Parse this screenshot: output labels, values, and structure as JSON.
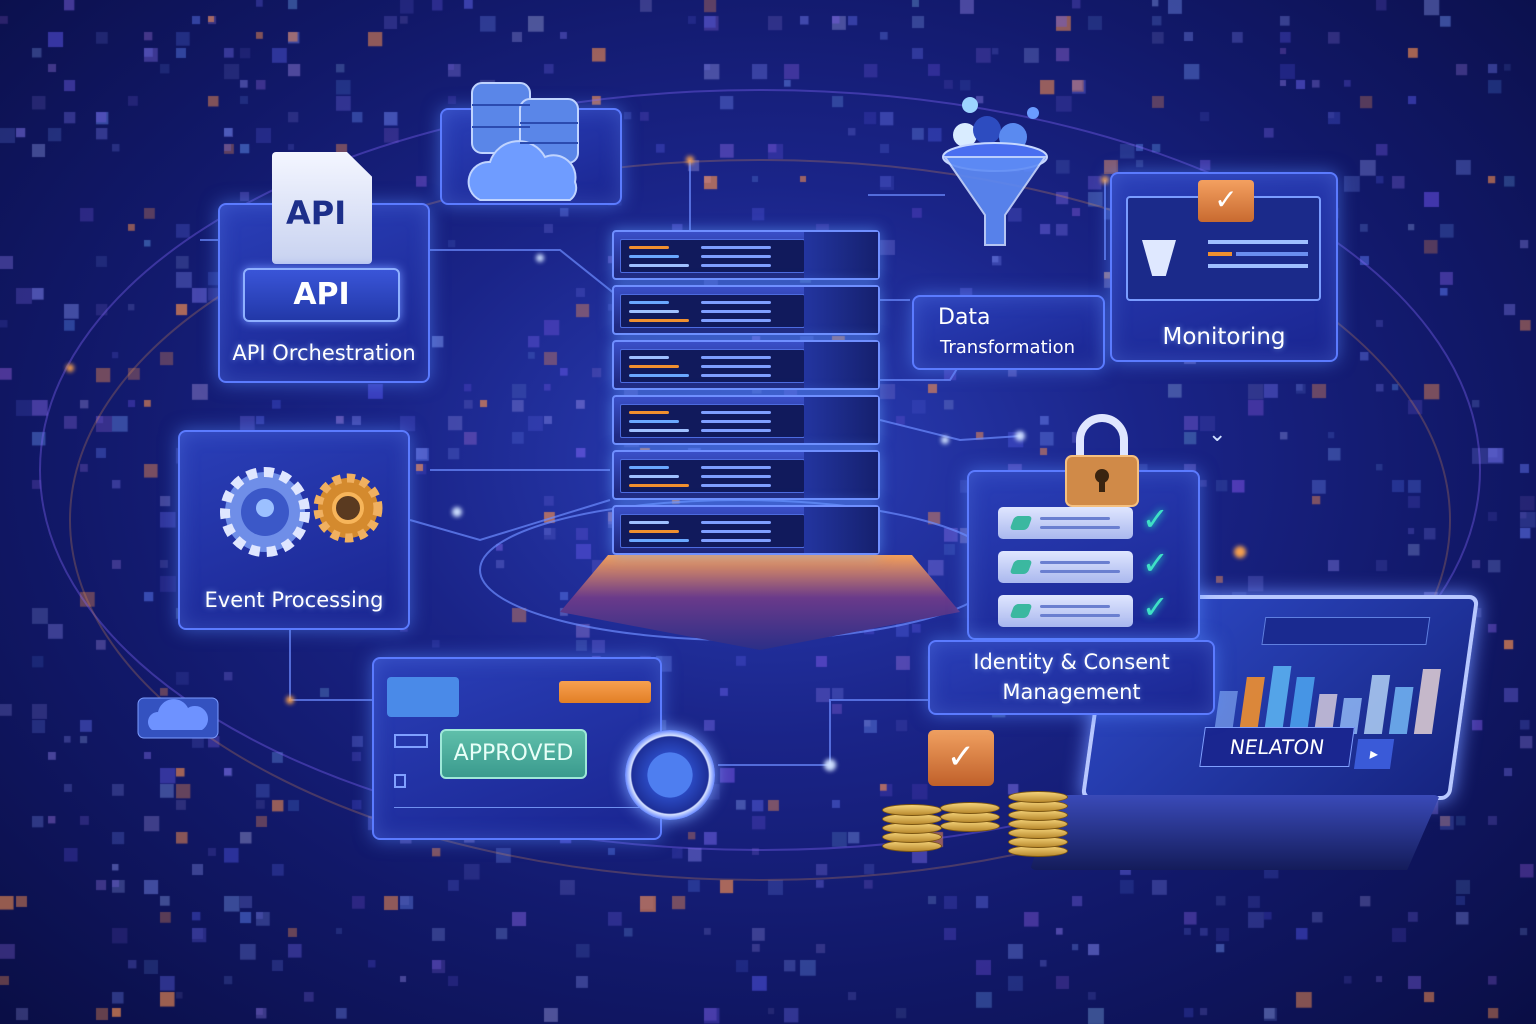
{
  "api_panel": {
    "doc_label": "API",
    "button_label": "API",
    "title": "API Orchestration"
  },
  "event_panel": {
    "title": "Event Processing"
  },
  "approval_panel": {
    "status_badge": "APPROVED"
  },
  "data_panel": {
    "title_line1": "Data",
    "title_line2": "Transformation"
  },
  "monitoring_panel": {
    "title": "Monitoring"
  },
  "identity_panel": {
    "title_line1": "Identity & Consent",
    "title_line2": "Management"
  },
  "laptop": {
    "label": "NELATON",
    "bar_levels": [
      0.45,
      0.6,
      0.72,
      0.6,
      0.42,
      0.38,
      0.62,
      0.5,
      0.68
    ],
    "bar_colors": [
      "#6a8ee0",
      "#f0902f",
      "#5ab0f0",
      "#4aa0ec",
      "#c8c0d8",
      "#8ab0f0",
      "#a8c8f0",
      "#70b0f0",
      "#d8c8d0"
    ]
  },
  "colors": {
    "background": "#111868",
    "panel": "#2236a8",
    "accent": "#5b7bff",
    "orange": "#f0902f",
    "teal": "#3fe0c6"
  }
}
